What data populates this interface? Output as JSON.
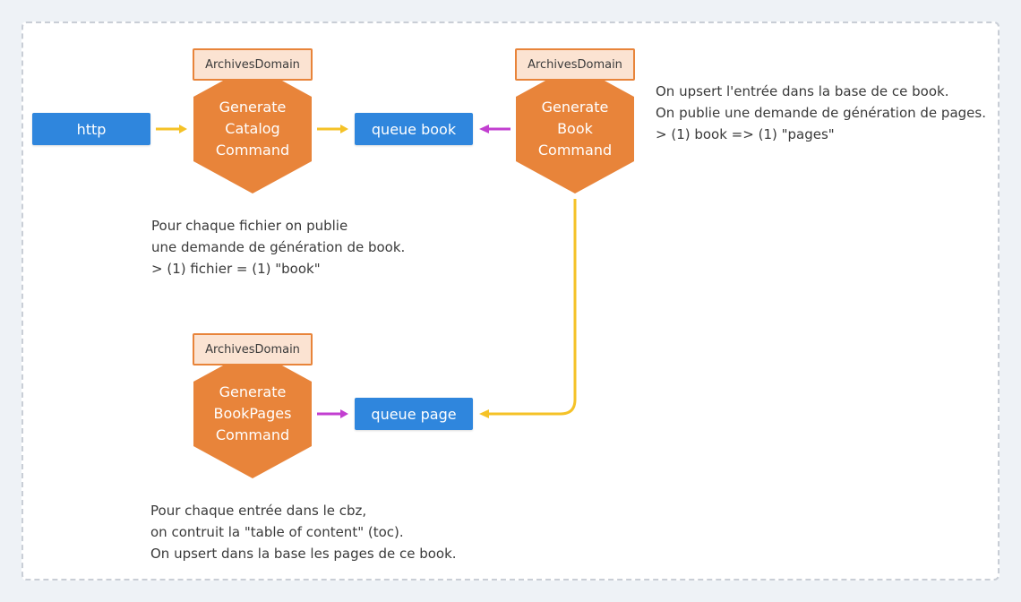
{
  "colors": {
    "box_blue": "#2f86dd",
    "hex_orange": "#e8843a",
    "tag_fill": "#fbe3d2",
    "arrow_yellow": "#f5c227",
    "arrow_magenta": "#c23fd0",
    "frame_border": "#c9ced6"
  },
  "boxes": {
    "http": "http",
    "queue_book": "queue book",
    "queue_page": "queue page"
  },
  "tags": {
    "catalog": "ArchivesDomain",
    "book": "ArchivesDomain",
    "pages": "ArchivesDomain"
  },
  "hexagons": {
    "catalog": [
      "Generate",
      "Catalog",
      "Command"
    ],
    "book": [
      "Generate",
      "Book",
      "Command"
    ],
    "pages": [
      "Generate",
      "BookPages",
      "Command"
    ]
  },
  "notes": {
    "book_command": [
      "On upsert l'entrée dans la base de ce book.",
      "On publie une demande de génération de pages.",
      "> (1) book => (1) \"pages\""
    ],
    "catalog_command": [
      "Pour chaque fichier on publie",
      "une demande de génération de book.",
      "> (1) fichier = (1) \"book\""
    ],
    "pages_command": [
      "Pour chaque entrée dans le cbz,",
      "on contruit la \"table of content\" (toc).",
      "On upsert dans la base les pages de ce book."
    ]
  }
}
